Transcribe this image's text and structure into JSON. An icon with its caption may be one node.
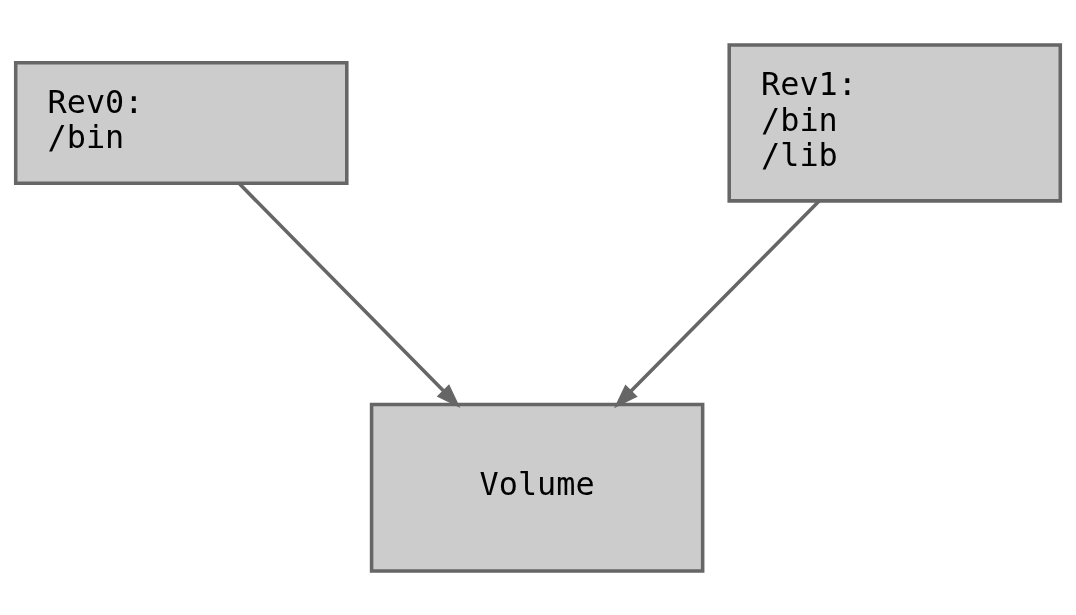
{
  "diagram": {
    "nodes": [
      {
        "text": [
          "Rev0:",
          "/bin"
        ]
      },
      {
        "text": [
          "Rev1:",
          "/bin",
          "/lib"
        ]
      },
      {
        "text": [
          "Volume"
        ]
      }
    ],
    "edges": [
      {
        "from": 0,
        "to": 2,
        "arrow": "to"
      },
      {
        "from": 1,
        "to": 2,
        "arrow": "to"
      }
    ]
  }
}
